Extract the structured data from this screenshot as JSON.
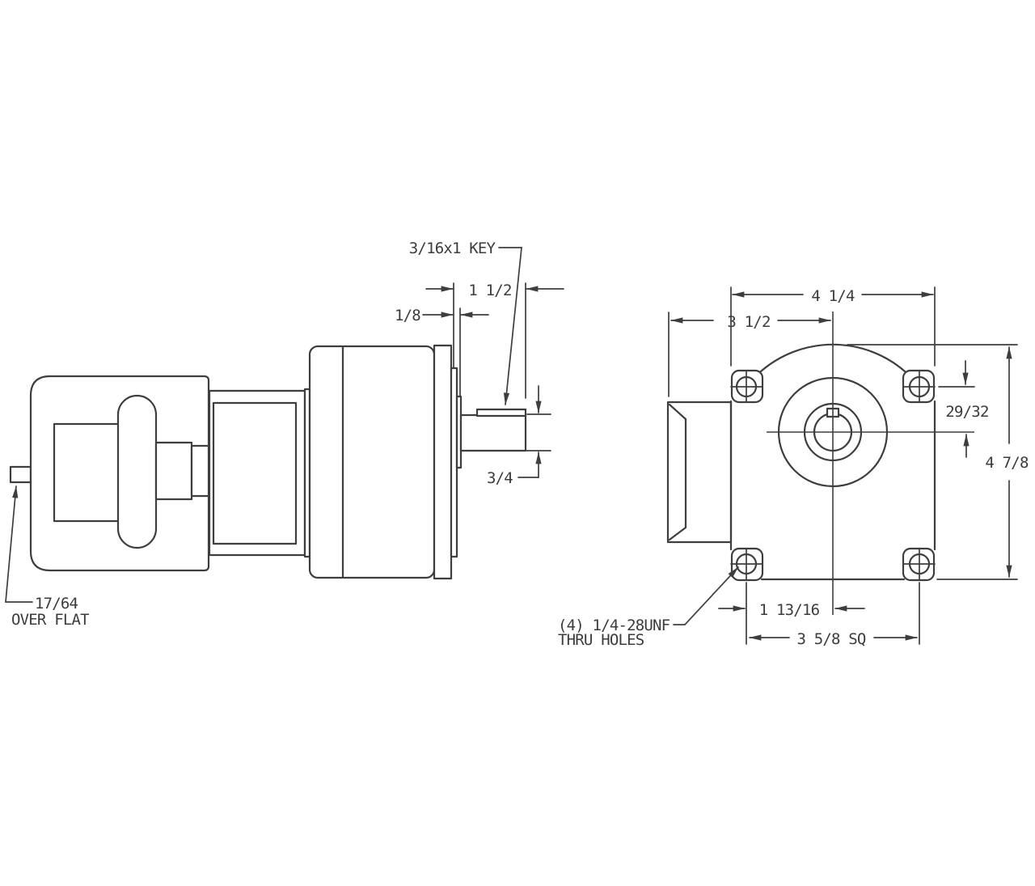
{
  "drawing_type": "gearmotor-dimension-drawing",
  "colors": {
    "line": "#3e3e3e",
    "text": "#3c3c3c",
    "background": "#ffffff"
  },
  "side_view": {
    "labels": {
      "key_callout": "3/16x1 KEY",
      "shaft_extension": "1 1/2",
      "key_setback": "1/8",
      "shaft_diameter": "3/4",
      "flat_line1": "17/64",
      "flat_line2": "OVER FLAT"
    }
  },
  "front_view": {
    "labels": {
      "overall_width": "4 1/4",
      "rear_to_center": "3 1/2",
      "hole_row_to_center": "29/32",
      "overall_height": "4 7/8",
      "hole_to_centerline": "1 13/16",
      "bolt_square": "3 5/8 SQ",
      "thru_holes_line1": "(4) 1/4-28UNF",
      "thru_holes_line2": "THRU HOLES"
    }
  }
}
